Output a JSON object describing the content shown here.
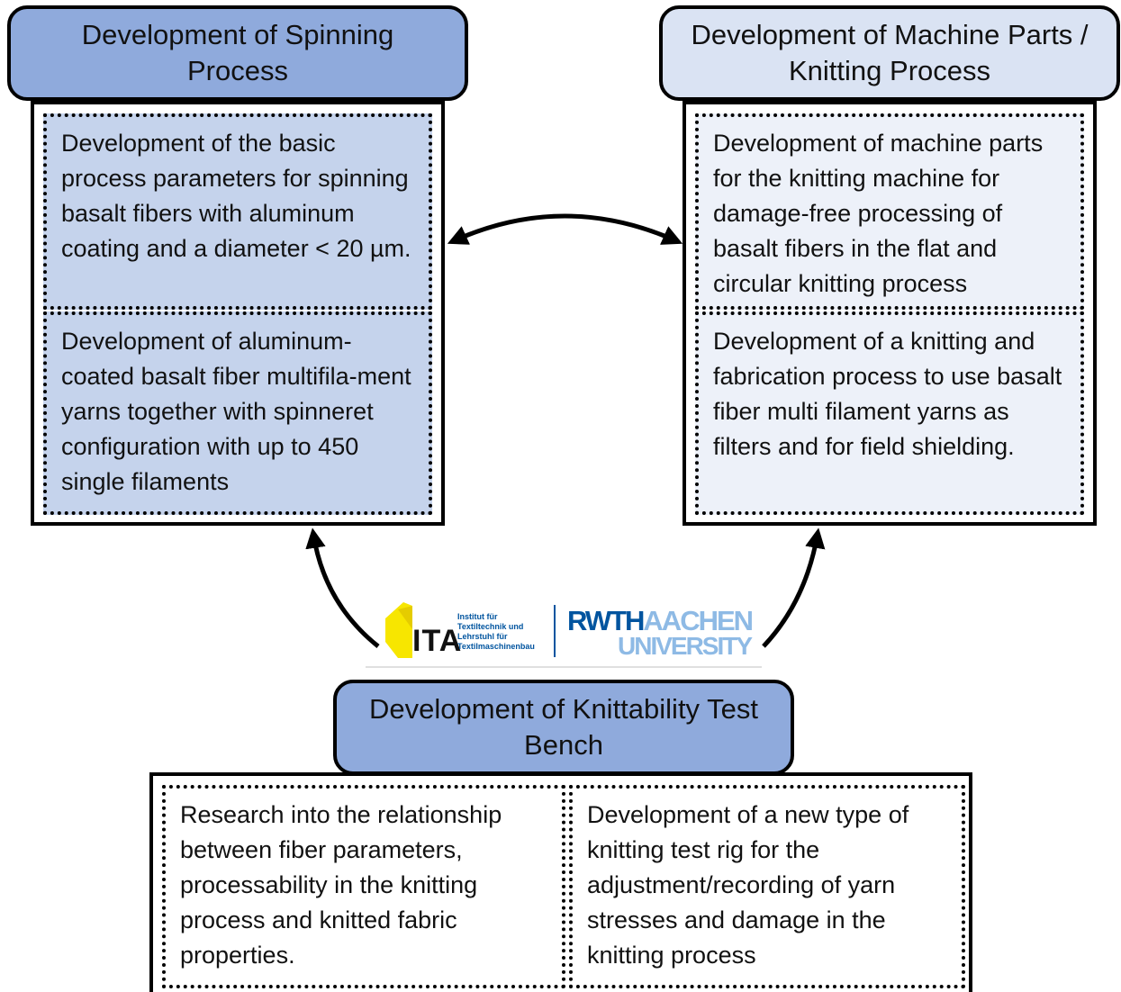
{
  "spinning": {
    "title": "Development of Spinning Process",
    "item1": "Development of the basic process parameters for spinning basalt fibers with aluminum coating and a diameter < 20 µm.",
    "item2": "Development of aluminum-coated basalt fiber multifila-ment yarns together with spinneret configuration with up to 450 single filaments"
  },
  "machine": {
    "title": "Development of Machine Parts / Knitting Process",
    "item1": "Development of machine parts for the knitting machine for damage-free processing of basalt fibers in the flat and circular knitting process",
    "item2": "Development of a knitting and fabrication process to use basalt fiber multi filament yarns as filters and for field shielding."
  },
  "bench": {
    "title": "Development of Knittability Test Bench",
    "item1": "Research into the relationship between fiber parameters, processability in the knitting process and knitted fabric properties.",
    "item2": "Development of a new type of knitting test rig for the adjustment/recording of yarn stresses and damage in the knitting process"
  },
  "logos": {
    "ita_abbr": "ITA",
    "ita_line1": "Institut für",
    "ita_line2": "Textiltechnik und",
    "ita_line3": "Lehrstuhl für",
    "ita_line4": "Textilmaschinenbau",
    "rwth": "RWTH",
    "aachen": "AACHEN",
    "university": "UNIVERSITY"
  },
  "colors": {
    "header_blue": "#8faadc",
    "header_light": "#dae3f3",
    "cell_blue": "#c5d3ec",
    "cell_light": "#edf1f9",
    "ita_yellow": "#f7e600",
    "rwth_blue": "#00549f",
    "rwth_light": "#8ebae5"
  }
}
